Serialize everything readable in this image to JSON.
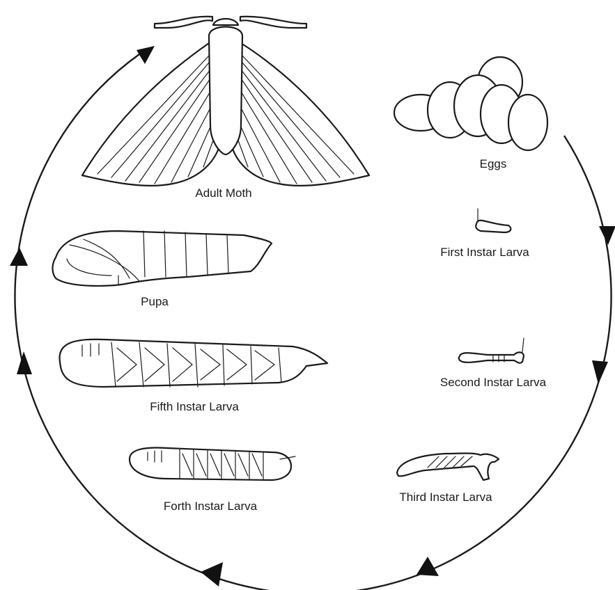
{
  "stages": {
    "adult_moth": "Adult Moth",
    "eggs": "Eggs",
    "first_instar": "First Instar Larva",
    "second_instar": "Second Instar Larva",
    "third_instar": "Third Instar Larva",
    "forth_instar": "Forth Instar Larva",
    "fifth_instar": "Fifth Instar Larva",
    "pupa": "Pupa"
  },
  "colors": {
    "ink": "#1a1a1a",
    "background": "#ffffff"
  }
}
